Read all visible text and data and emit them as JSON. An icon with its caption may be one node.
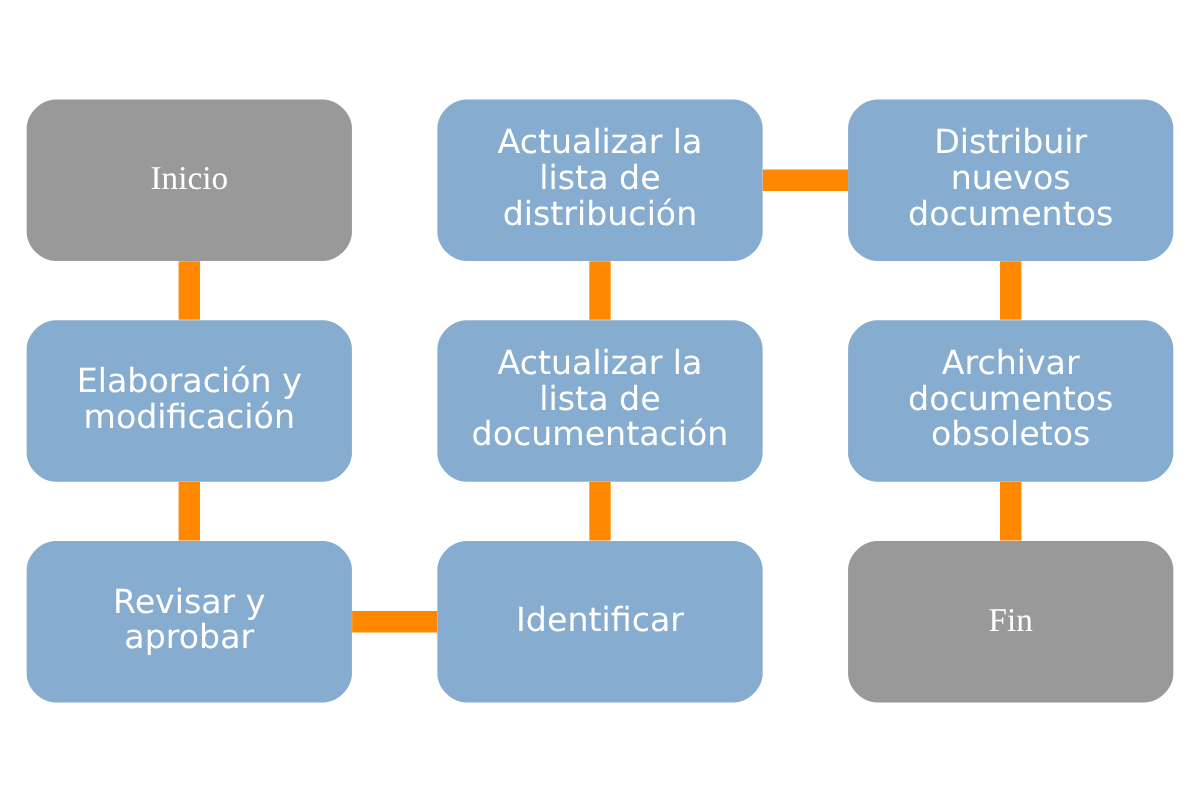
{
  "diagram": {
    "nodes": [
      {
        "text": [
          "Inicio"
        ]
      },
      {
        "text": [
          "Elaboración y modificación"
        ]
      },
      {
        "text": [
          "Revisar y aprobar"
        ]
      },
      {
        "text": [
          "Identificar"
        ]
      },
      {
        "text": [
          "Actualizar la lista de documentación"
        ]
      },
      {
        "text": [
          "Actualizar la lista de distribución"
        ]
      },
      {
        "text": [
          "Distribuir nuevos documentos"
        ]
      },
      {
        "text": [
          "Archivar documentos obsoletos"
        ]
      },
      {
        "text": [
          "Fin"
        ]
      }
    ],
    "edges": [
      {
        "from": 0,
        "to": 1,
        "arrow": "none"
      },
      {
        "from": 1,
        "to": 2,
        "arrow": "none"
      },
      {
        "from": 2,
        "to": 3,
        "arrow": "none"
      },
      {
        "from": 3,
        "to": 4,
        "arrow": "none"
      },
      {
        "from": 4,
        "to": 5,
        "arrow": "none"
      },
      {
        "from": 5,
        "to": 6,
        "arrow": "none"
      },
      {
        "from": 6,
        "to": 7,
        "arrow": "none"
      },
      {
        "from": 7,
        "to": 8,
        "arrow": "none"
      }
    ]
  }
}
